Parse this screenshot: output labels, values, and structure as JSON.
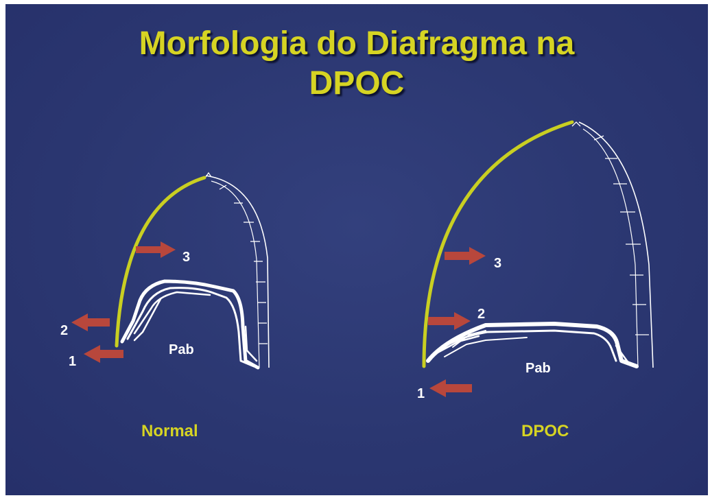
{
  "title": {
    "line1": "Morfologia do Diafragma na",
    "line2": "DPOC"
  },
  "panels": {
    "normal": {
      "caption": "Normal",
      "pressure_label": "Pab",
      "arrows": [
        "1",
        "2",
        "3"
      ]
    },
    "dpoc": {
      "caption": "DPOC",
      "pressure_label": "Pab",
      "arrows": [
        "1",
        "2",
        "3"
      ]
    }
  },
  "colors": {
    "background": "#2b3771",
    "diaphragm": "#c9cf22",
    "arrow": "#b8473c",
    "title": "#d6d423",
    "outline": "#ffffff"
  }
}
